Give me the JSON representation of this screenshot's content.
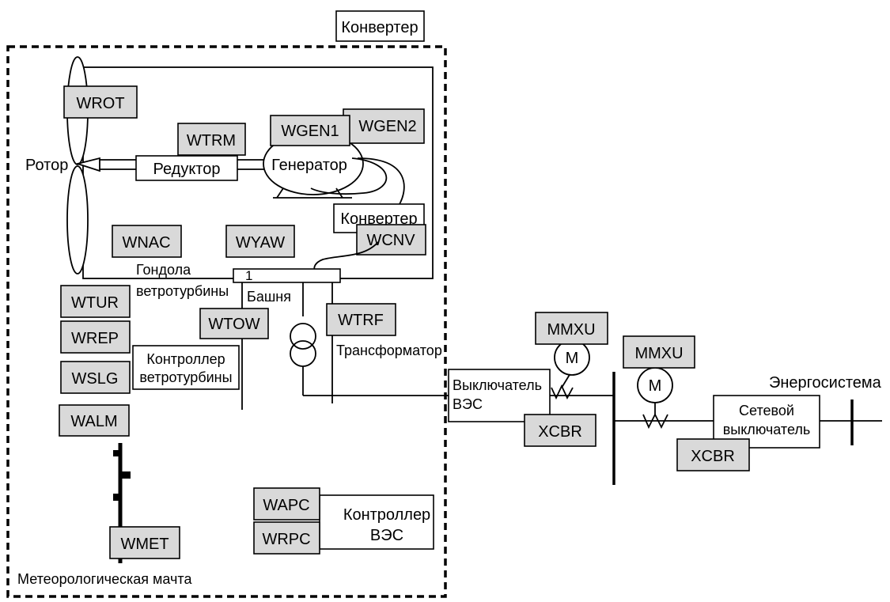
{
  "labels": {
    "converter_top": "Конвертер",
    "rotor": "Ротор",
    "gearbox": "Редуктор",
    "generator": "Генератор",
    "converter": "Конвертер",
    "nacelle_1": "Гондола",
    "nacelle_2": "ветротурбины",
    "tower": "Башня",
    "tower_mark": "1",
    "turbine_controller_1": "Контроллер",
    "turbine_controller_2": "ветротурбины",
    "transformer": "Трансформатор",
    "plant_breaker_1": "Выключатель",
    "plant_breaker_2": "ВЭС",
    "grid_breaker_1": "Сетевой",
    "grid_breaker_2": "выключатель",
    "power_system": "Энергосистема",
    "plant_controller_1": "Контроллер",
    "plant_controller_2": "ВЭС",
    "met_mast": "Метеорологическая мачта",
    "meter_symbol_1": "M",
    "meter_symbol_2": "M"
  },
  "nodes": {
    "wrot": "WROT",
    "wtrm": "WTRM",
    "wgen1": "WGEN1",
    "wgen2": "WGEN2",
    "wnac": "WNAC",
    "wyaw": "WYAW",
    "wcnv": "WCNV",
    "wtur": "WTUR",
    "wrep": "WREP",
    "wslg": "WSLG",
    "wtow": "WTOW",
    "wtrf": "WTRF",
    "walm": "WALM",
    "wapc": "WAPC",
    "wrpc": "WRPC",
    "wmet": "WMET",
    "mmxu1": "MMXU",
    "mmxu2": "MMXU",
    "xcbr1": "XCBR",
    "xcbr2": "XCBR"
  },
  "colors": {
    "node_fill": "#d9d9d9",
    "line": "#000000",
    "background": "#ffffff"
  }
}
